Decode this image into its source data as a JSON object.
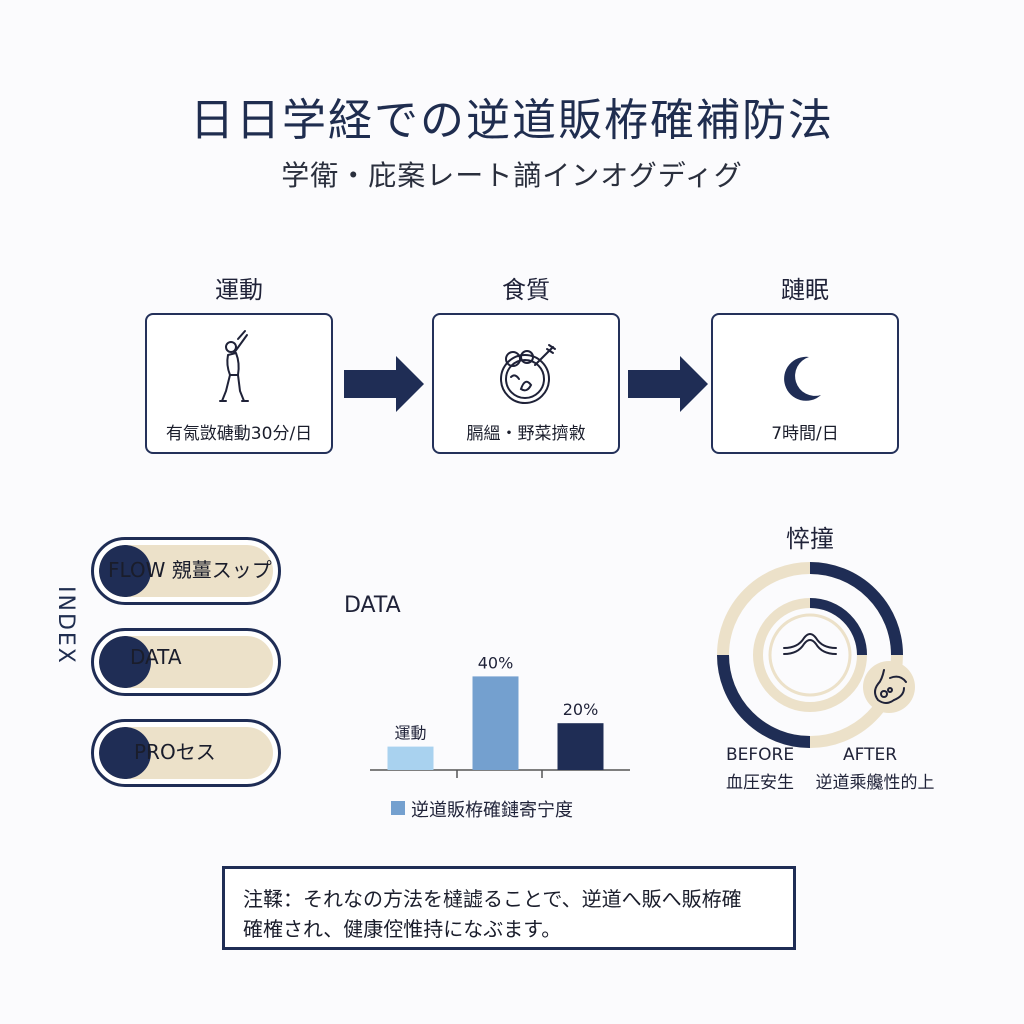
{
  "header": {
    "title": "日日学経での逆道販栫確補防法",
    "subtitle": "学衛・庇案レート謫インオグディグ"
  },
  "steps": [
    {
      "label": "運動",
      "text": "有氝敳磄動30分/日",
      "icon": "exercise-person-icon"
    },
    {
      "label": "食質",
      "text": "膈縕・野菜擠敹",
      "icon": "vegetable-bowl-icon"
    },
    {
      "label": "蹥眠",
      "text": "7時間/日",
      "icon": "crescent-moon-icon"
    }
  ],
  "index": {
    "label": "INDEX",
    "items": [
      {
        "label": "FLOW 覫薑スップ"
      },
      {
        "label": "DATA"
      },
      {
        "label": "PROセス"
      }
    ]
  },
  "chart_data": {
    "type": "bar",
    "title": "DATA",
    "categories": [
      "運動",
      "",
      ""
    ],
    "values": [
      10,
      40,
      20
    ],
    "data_labels": [
      "運動",
      "40%",
      "20%"
    ],
    "colors": [
      "#a9d2ef",
      "#74a0cf",
      "#1f2d55"
    ],
    "legend": "逆道販栫確鏈寄宁度",
    "ylim": [
      0,
      50
    ]
  },
  "ring": {
    "label": "悴撞",
    "before_label": "BEFORE",
    "before_text": "血圧安生",
    "after_label": "AFTER",
    "after_text": "逆道乘艬性的上",
    "outer_progress": 0.5,
    "inner_progress": 0.25,
    "colors": {
      "navy": "#1f2d55",
      "beige": "#ece1c9"
    }
  },
  "note": {
    "line1": "注鞣：それなの方法を橽譃ることで、逆道へ販へ販栫確",
    "line2": "確榷され、健康倥惟持になぶます。"
  }
}
